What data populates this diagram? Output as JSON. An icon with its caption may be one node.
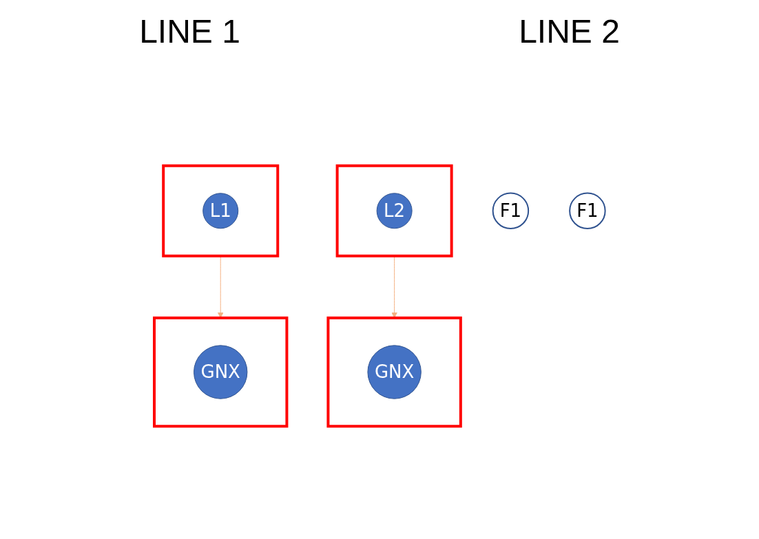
{
  "diagram": {
    "nodes": [
      {
        "text": [],
        "shape": "box"
      },
      {
        "text": [
          "L1"
        ],
        "in": 0
      },
      {
        "text": [
          "F1"
        ]
      },
      {
        "text": [],
        "shape": "box"
      },
      {
        "text": [
          "GNX"
        ],
        "in": 3
      },
      {
        "text": [],
        "shape": "box"
      },
      {
        "text": [
          "L2"
        ],
        "in": 5
      },
      {
        "text": [
          "F1"
        ]
      },
      {
        "text": [],
        "shape": "box"
      },
      {
        "text": [
          "GNX"
        ],
        "in": 8
      }
    ],
    "edges": [
      {
        "from": 0,
        "to": 3,
        "arrow": "to",
        "color": "#f4b183"
      },
      {
        "from": 5,
        "to": 8,
        "arrow": "to",
        "color": "#f4b183"
      }
    ],
    "labels": [
      "LINE 1",
      "LINE 2"
    ]
  }
}
